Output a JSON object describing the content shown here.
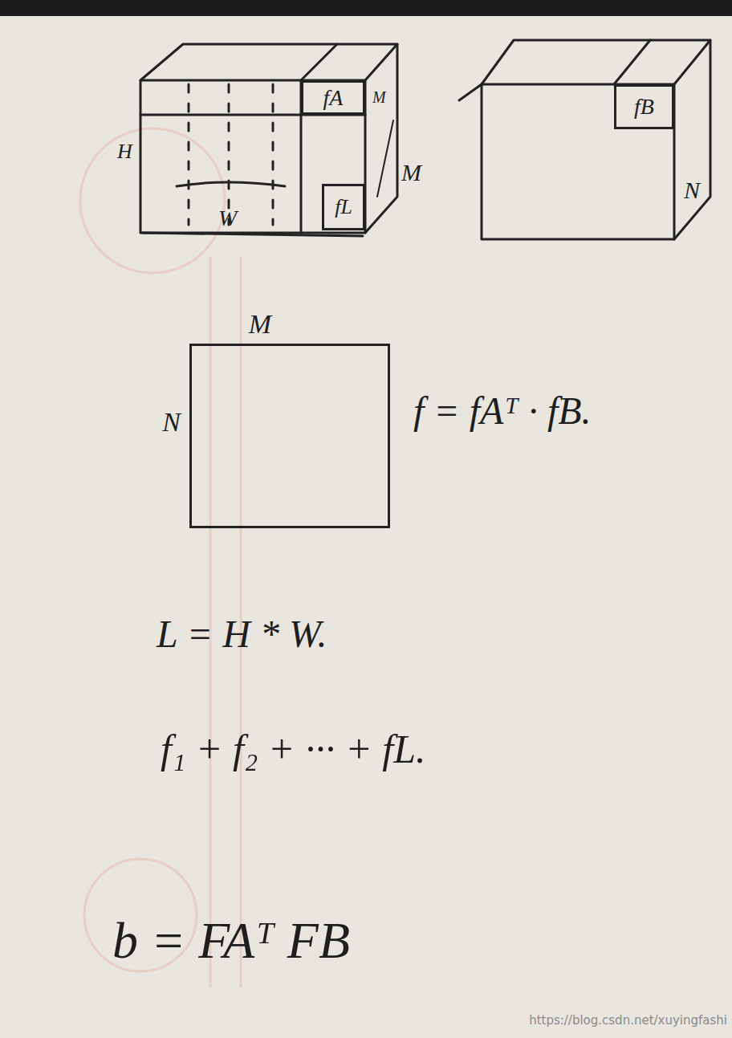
{
  "diagram": {
    "nodes": [
      {
        "text": [
          "fA"
        ]
      },
      {
        "text": [
          "fL"
        ]
      },
      {
        "text": [
          "fB"
        ]
      },
      {
        "text": [
          "M",
          "N"
        ]
      }
    ],
    "labels": [
      "H",
      "W",
      "M",
      "M",
      "N",
      "f = fAᵀ · fB.",
      "L = H * W.",
      "f₁ + f₂ + ··· + fL.",
      "b = FAᵀ FB",
      "https://blog.csdn.net/xuyingfashi"
    ]
  }
}
